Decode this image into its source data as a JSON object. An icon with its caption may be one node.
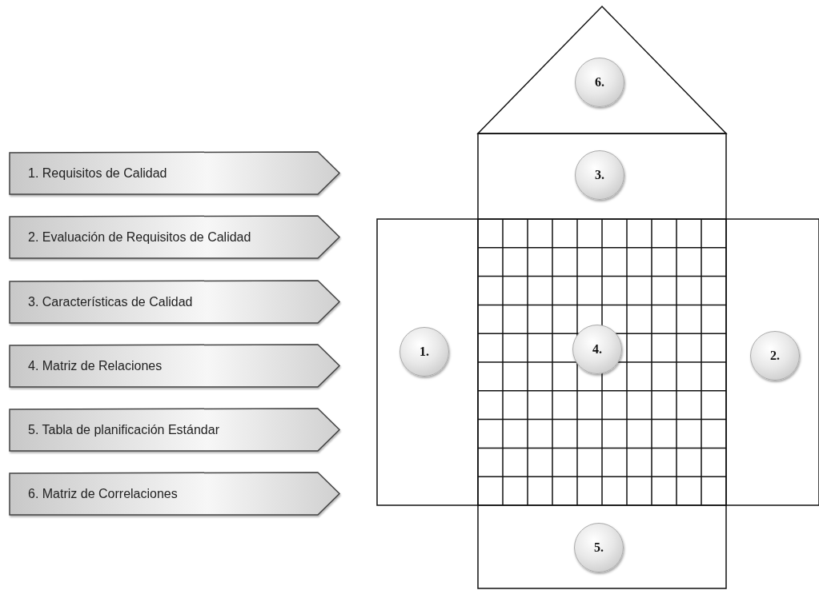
{
  "diagram": {
    "nodes": [
      {
        "text": [
          "1. Requisitos de Calidad"
        ]
      },
      {
        "text": [
          "2. Evaluación de Requisitos de Calidad"
        ]
      },
      {
        "text": [
          "3. Características de Calidad"
        ]
      },
      {
        "text": [
          "4. Matriz de Relaciones"
        ]
      },
      {
        "text": [
          "5. Tabla de planificación Estándar"
        ]
      },
      {
        "text": [
          "6. Matriz de Correlaciones"
        ]
      },
      {
        "text": [],
        "shape": "triangle"
      },
      {
        "text": [
          "6."
        ],
        "in": 6
      },
      {
        "text": [],
        "shape": "box"
      },
      {
        "text": [
          "3."
        ],
        "in": 8
      },
      {
        "text": [],
        "shape": "box"
      },
      {
        "text": [
          "1."
        ],
        "in": 10
      },
      {
        "text": [],
        "shape": "grid"
      },
      {
        "text": [
          "4."
        ],
        "in": 12
      },
      {
        "text": [],
        "shape": "box"
      },
      {
        "text": [
          "2."
        ],
        "in": 14
      },
      {
        "text": [],
        "shape": "box"
      },
      {
        "text": [
          "5."
        ],
        "in": 16
      }
    ]
  }
}
